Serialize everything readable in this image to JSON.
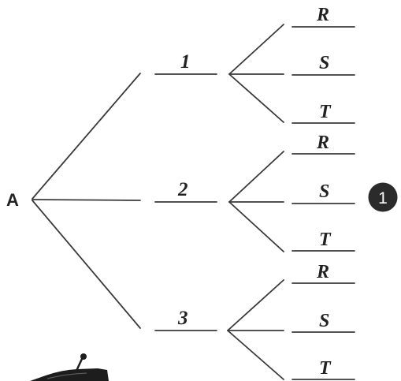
{
  "tree": {
    "root": {
      "label": "A"
    },
    "branches": [
      {
        "label": "1",
        "leaves": [
          "R",
          "S",
          "T"
        ]
      },
      {
        "label": "2",
        "leaves": [
          "R",
          "S",
          "T"
        ]
      },
      {
        "label": "3",
        "leaves": [
          "R",
          "S",
          "T"
        ]
      }
    ]
  },
  "badge": {
    "label": "1"
  },
  "colors": {
    "line": "#3a3a3a",
    "text": "#222222",
    "badge": "#2b2b2b"
  }
}
